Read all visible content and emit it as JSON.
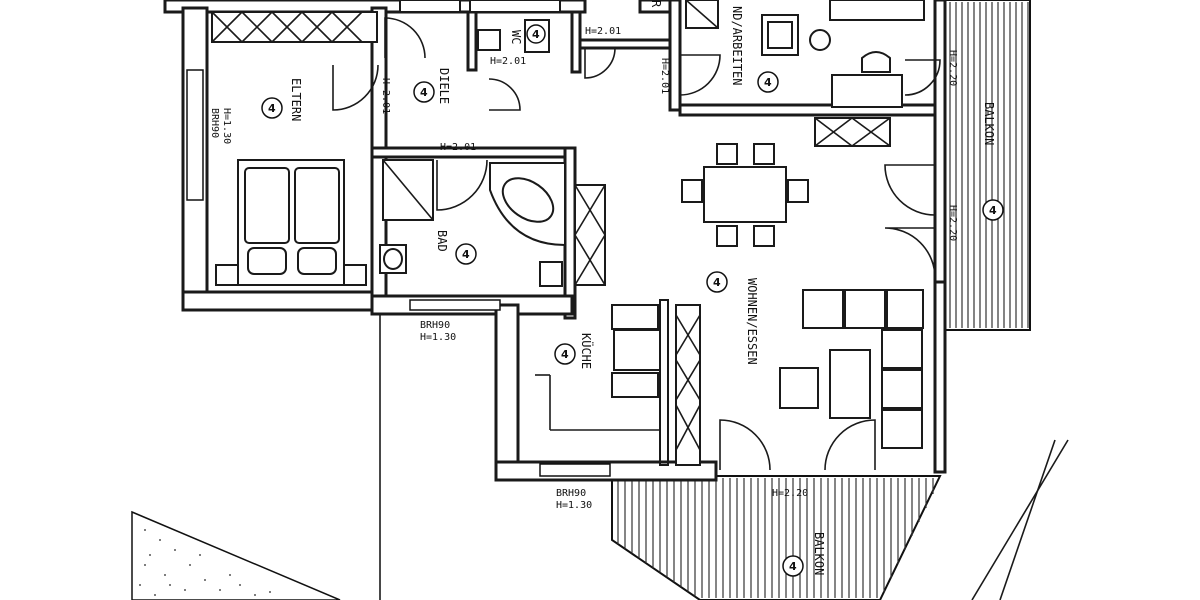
{
  "rooms": {
    "eltern": "ELTERN",
    "diele": "DIELE",
    "wc": "WC",
    "bad": "BAD",
    "kueche": "KÜCHE",
    "wohnen": "WOHNEN/ESSEN",
    "arbeiten": "ND/ARBEITEN",
    "balkon_right": "BALKON",
    "balkon_bottom": "BALKON",
    "room_top_left": "R"
  },
  "markers": {
    "eltern": "4",
    "diele": "4",
    "wc": "4",
    "bad": "4",
    "kueche": "4",
    "wohnen": "4",
    "arbeiten": "4",
    "balkon_right": "4",
    "balkon_bottom": "4"
  },
  "dimensions": {
    "h201_wc": "H=2.01",
    "h201_diele": "H=2.01",
    "h201_hall": "H=2.01",
    "h201_side": "H=2.01",
    "h201_bad": "H=2.01",
    "h220_bottom": "H=2.20",
    "h220_balkon": "H=2.20",
    "h220_right": "H=2.20",
    "brh90_bath": "BRH90",
    "h130_bath": "H=1.30",
    "brh90_kitchen": "BRH90",
    "h130_kitchen": "H=1.30",
    "brh90_eltern": "BRH90",
    "h130_eltern": "H=1.30"
  }
}
